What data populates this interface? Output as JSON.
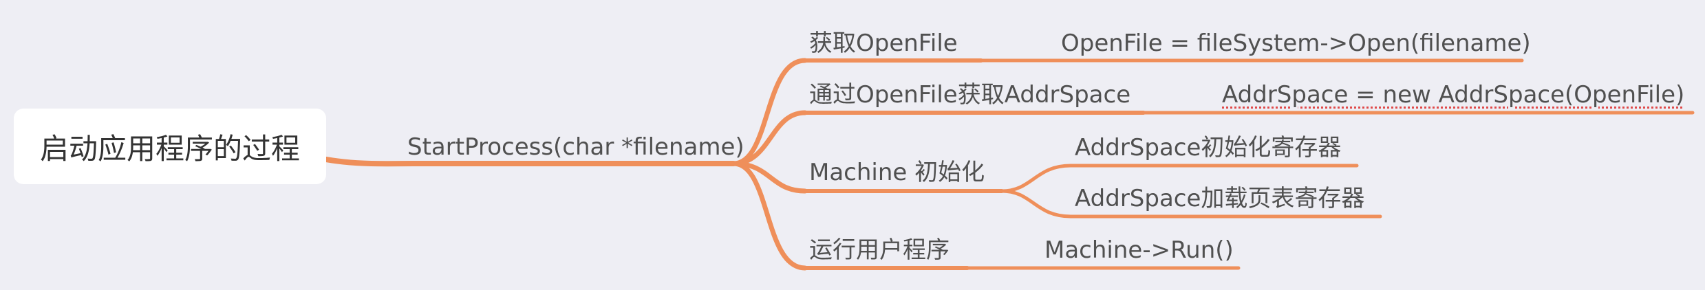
{
  "root": {
    "label": "启动应用程序的过程"
  },
  "trunk": {
    "label": "StartProcess(char *filename)"
  },
  "branches": [
    {
      "label": "获取OpenFile",
      "children": [
        "OpenFile = fileSystem->Open(filename)"
      ]
    },
    {
      "label": "通过OpenFile获取AddrSpace",
      "children": [
        "AddrSpace = new AddrSpace(OpenFile)"
      ]
    },
    {
      "label": "Machine 初始化",
      "children": [
        "AddrSpace初始化寄存器",
        "AddrSpace加载页表寄存器"
      ]
    },
    {
      "label": "运行用户程序",
      "children": [
        "Machine->Run()"
      ]
    }
  ],
  "colors": {
    "background": "#eeeef4",
    "connector": "#ef8f5a",
    "node_box": "#ffffff",
    "text": "#505050"
  }
}
